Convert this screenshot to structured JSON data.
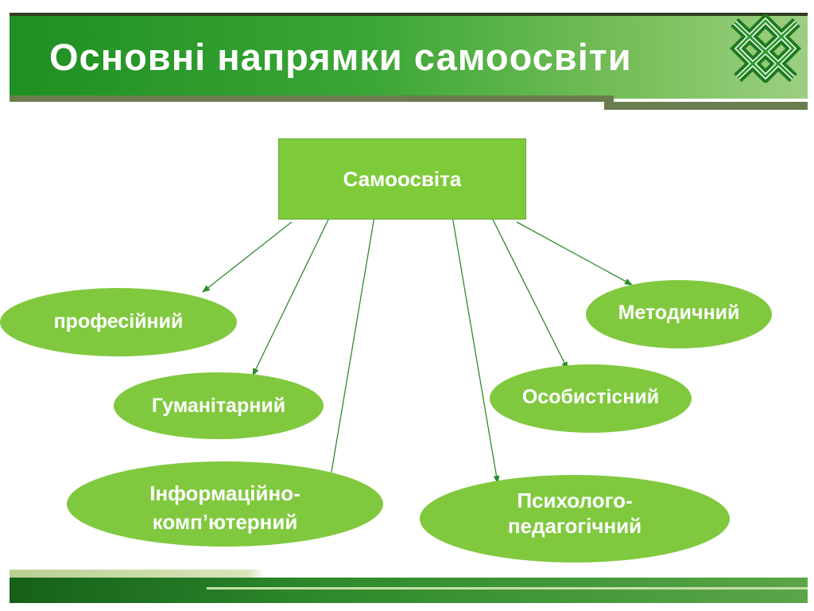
{
  "slide": {
    "title": "Основні напрямки самоосвіти"
  },
  "diagram": {
    "center": {
      "label": "Самоосвіта"
    },
    "nodes": [
      {
        "id": "professional",
        "label": "професійний"
      },
      {
        "id": "humanitarian",
        "label": "Гуманітарний"
      },
      {
        "id": "info-computer",
        "label": "Інформаційно-комп’ютерний"
      },
      {
        "id": "psych-pedagogical",
        "label": "Психолого-педагогічний"
      },
      {
        "id": "personal",
        "label": "Особистісний"
      },
      {
        "id": "methodical",
        "label": "Методичний"
      }
    ]
  },
  "colors": {
    "accent_green": "#7ecb3a",
    "arrow_green": "#2e8b2e",
    "header_dark": "#1f8f22"
  },
  "icons": {
    "logo": "interlace-knot-icon"
  }
}
